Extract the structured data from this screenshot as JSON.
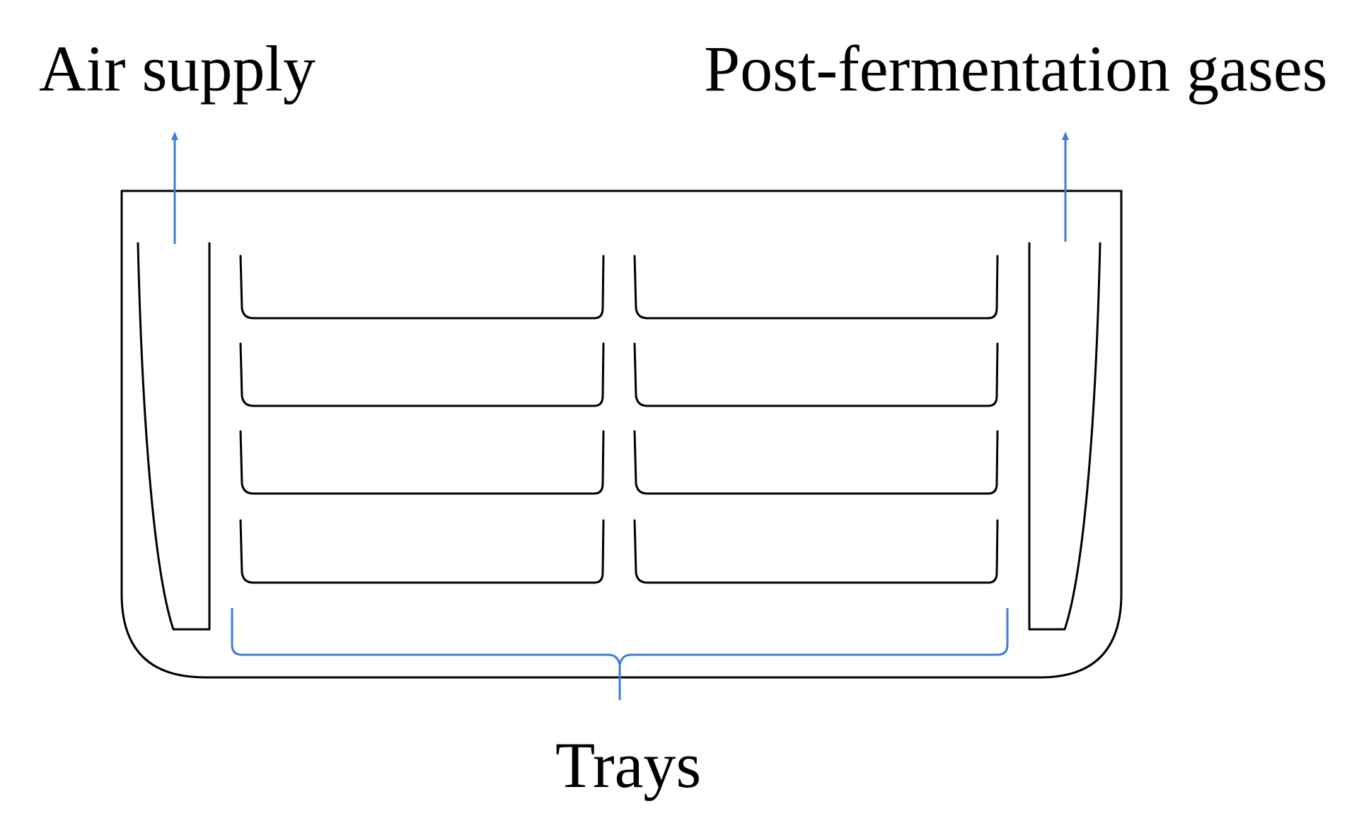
{
  "labels": {
    "air_supply": "Air supply",
    "post_fermentation_gases": "Post-fermentation gases",
    "trays": "Trays"
  },
  "colors": {
    "outline": "#000000",
    "accent_blue": "#3b7dd8",
    "background": "#ffffff"
  }
}
